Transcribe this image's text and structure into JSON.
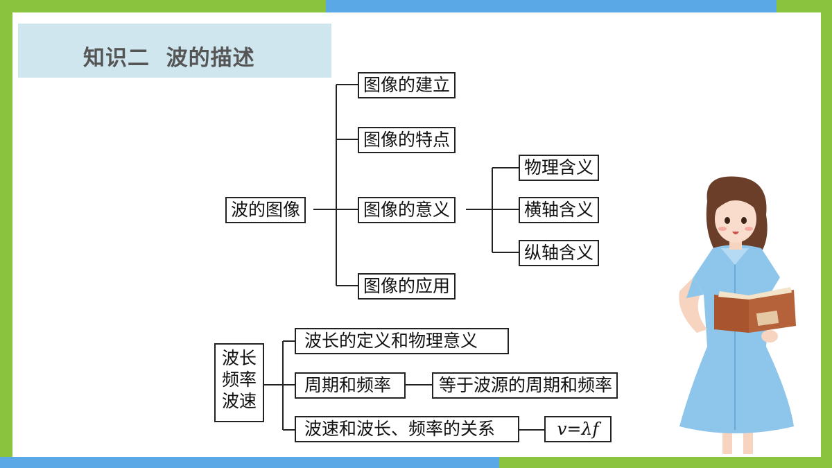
{
  "title": "知识二  波的描述",
  "tree1": {
    "root": "波的图像",
    "children": [
      "图像的建立",
      "图像的特点",
      "图像的意义",
      "图像的应用"
    ],
    "meaning_children": [
      "物理含义",
      "横轴含义",
      "纵轴含义"
    ]
  },
  "tree2": {
    "root_lines": [
      "波长",
      "频率",
      "波速"
    ],
    "children": [
      "波长的定义和物理意义",
      "周期和频率",
      "波速和波长、频率的关系"
    ],
    "period_result": "等于波源的周期和频率",
    "formula": "v=λf"
  },
  "colors": {
    "green": "#8ac43f",
    "blue": "#5aa9e6",
    "title_bg": "#cfe6ef",
    "dress": "#8ec5ea"
  },
  "illustration": "girl-reading-book-illustration"
}
